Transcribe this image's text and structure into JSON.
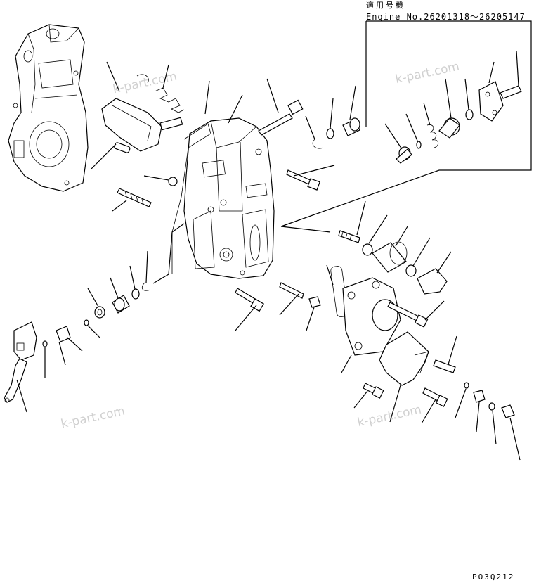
{
  "header": {
    "applicability_jp": "適用号機",
    "engine_range": "Engine No.26201318～26205147"
  },
  "figure_code": "PO3Q212",
  "watermark": "k-part.com",
  "colors": {
    "line": "#000000",
    "background": "#ffffff",
    "watermark": "#969696"
  }
}
